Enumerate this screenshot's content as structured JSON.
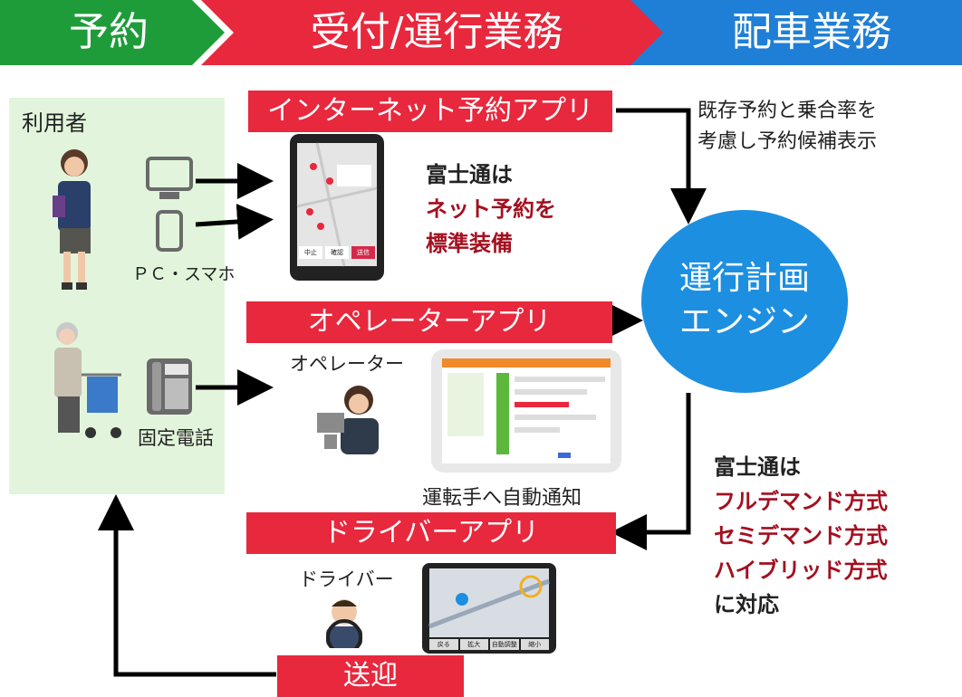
{
  "header": {
    "stage1": "予約",
    "stage2": "受付/運行業務",
    "stage3": "配車業務",
    "colors": {
      "stage1": "#1f9c3a",
      "stage2": "#e8283d",
      "stage3": "#1f7fd6"
    }
  },
  "users": {
    "title": "利用者",
    "pc_label": "ＰＣ・スマホ",
    "phone_label": "固定電話",
    "panel_color": "#e2f5dc"
  },
  "apps": {
    "internet": "インターネット予約アプリ",
    "operator": "オペレーターアプリ",
    "driver": "ドライバーアプリ",
    "pickup": "送迎",
    "box_color": "#e8283d"
  },
  "labels": {
    "operator_person": "オペレーター",
    "auto_notify": "運転手へ自動通知",
    "driver_person": "ドライバー"
  },
  "phone_screen": {
    "buttons": [
      "中止",
      "確認",
      "送信"
    ]
  },
  "tablet_screen": {
    "buttons": [
      "戻る",
      "拡大",
      "自動調整",
      "縮小"
    ]
  },
  "net_callout": {
    "line1": "富士通は",
    "line2": "ネット予約を",
    "line3": "標準装備"
  },
  "engine": {
    "line1": "運行計画",
    "line2": "エンジン",
    "color": "#1d8fe1"
  },
  "engine_note": {
    "line1": "既存予約と乗合率を",
    "line2": "考慮し予約候補表示"
  },
  "support_callout": {
    "line1": "富士通は",
    "line2": "フルデマンド方式",
    "line3": "セミデマンド方式",
    "line4": "ハイブリッド方式",
    "line5": "に対応"
  }
}
